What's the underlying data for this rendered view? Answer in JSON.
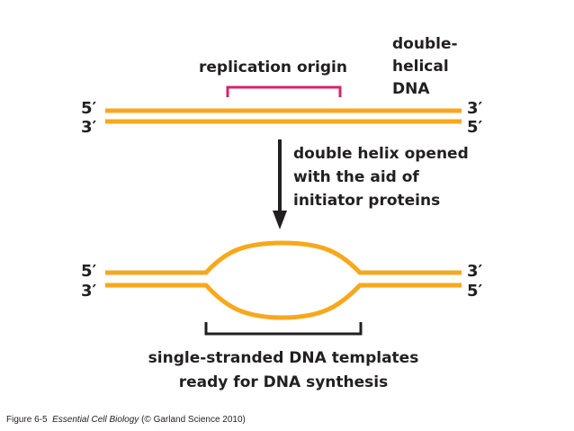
{
  "diagram": {
    "top": {
      "origin_label": "replication origin",
      "dna_label": [
        "double-",
        "helical",
        "DNA"
      ],
      "left_ends": [
        "5′",
        "3′"
      ],
      "right_ends": [
        "3′",
        "5′"
      ]
    },
    "step_label": [
      "double helix opened",
      "with the aid of",
      "initiator proteins"
    ],
    "bottom": {
      "left_ends": [
        "5′",
        "3′"
      ],
      "right_ends": [
        "3′",
        "5′"
      ],
      "template_label": [
        "single-stranded DNA templates",
        "ready for DNA synthesis"
      ]
    },
    "colors": {
      "strand": "#f7a81b",
      "origin_bracket": "#d6246e",
      "bracket": "#231f20",
      "arrow": "#231f20"
    }
  },
  "caption": {
    "figure": "Figure 6-5",
    "book": "Essential Cell Biology",
    "credit": "(© Garland Science 2010)"
  }
}
